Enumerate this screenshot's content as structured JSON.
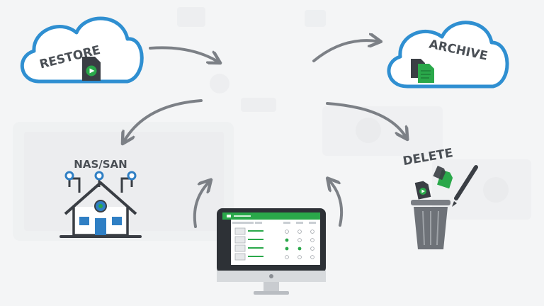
{
  "labels": {
    "restore": "RESTORE",
    "archive": "ARCHIVE",
    "nas_san": "NAS/SAN",
    "delete": "DELETE"
  },
  "colors": {
    "cloud_stroke": "#2f8fd1",
    "arrow": "#7c8086",
    "house_blue": "#2f7fc4",
    "green": "#2aa84a",
    "dark": "#3a3e44",
    "trash": "#6e7278"
  },
  "icons": {
    "restore_file": "video-file-icon",
    "archive_files": "documents-icon",
    "nas_san": "smart-house-icon",
    "monitor": "computer-monitor-icon",
    "delete_bin": "trash-can-icon"
  }
}
